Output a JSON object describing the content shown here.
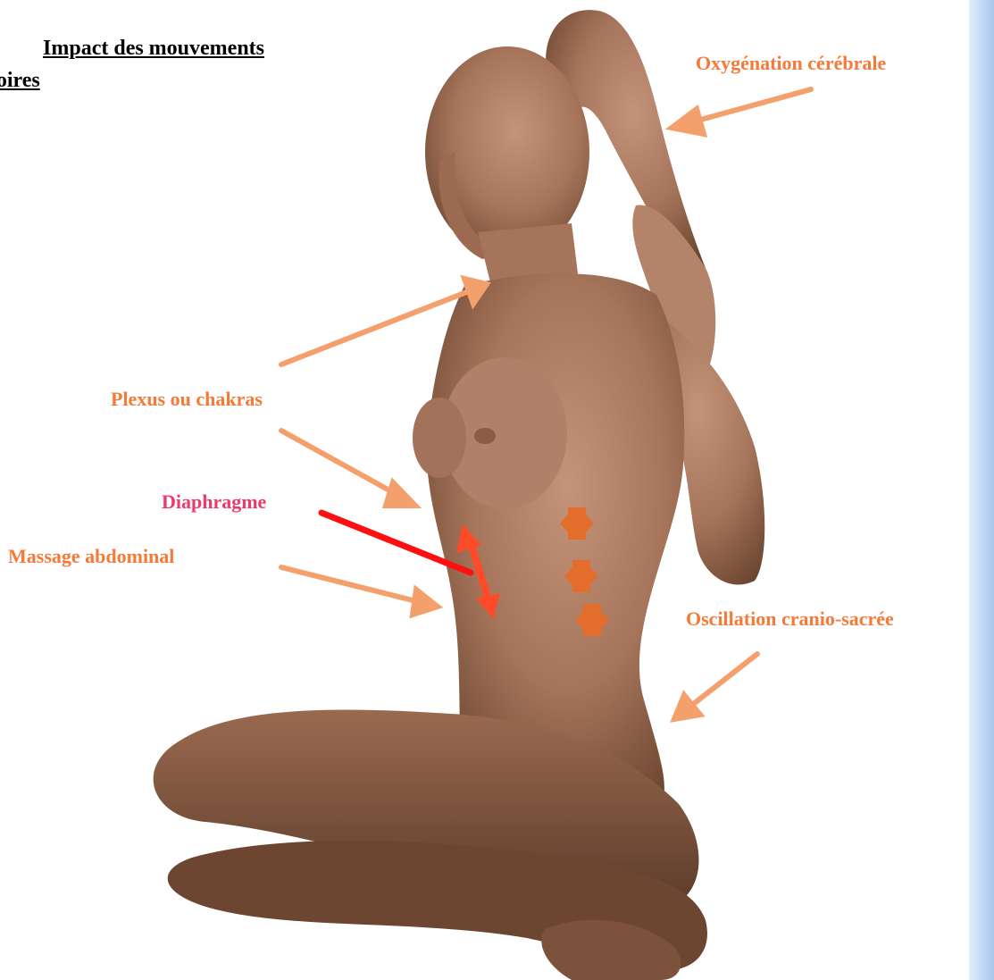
{
  "title": {
    "line1": "Impact des mouvements",
    "line2": "respiratoires"
  },
  "labels": {
    "oxygenation": "Oxygénation cérébrale",
    "plexus": "Plexus ou chakras",
    "diaphragme": "Diaphragme",
    "massage": "Massage abdominal",
    "oscillation": "Oscillation cranio-sacrée"
  },
  "colors": {
    "arrow": "#f4a06c",
    "label": "#f47a3a",
    "diaphragm_label": "#ee3a6a",
    "diaphragm_line": "#ff1010",
    "double_arrow": "#ff4a2a",
    "vertebra_marker": "#e36e2c",
    "skin": "#a9785a"
  },
  "icons": [
    "seated-figure-illustration",
    "vertebra-movement-icon"
  ]
}
